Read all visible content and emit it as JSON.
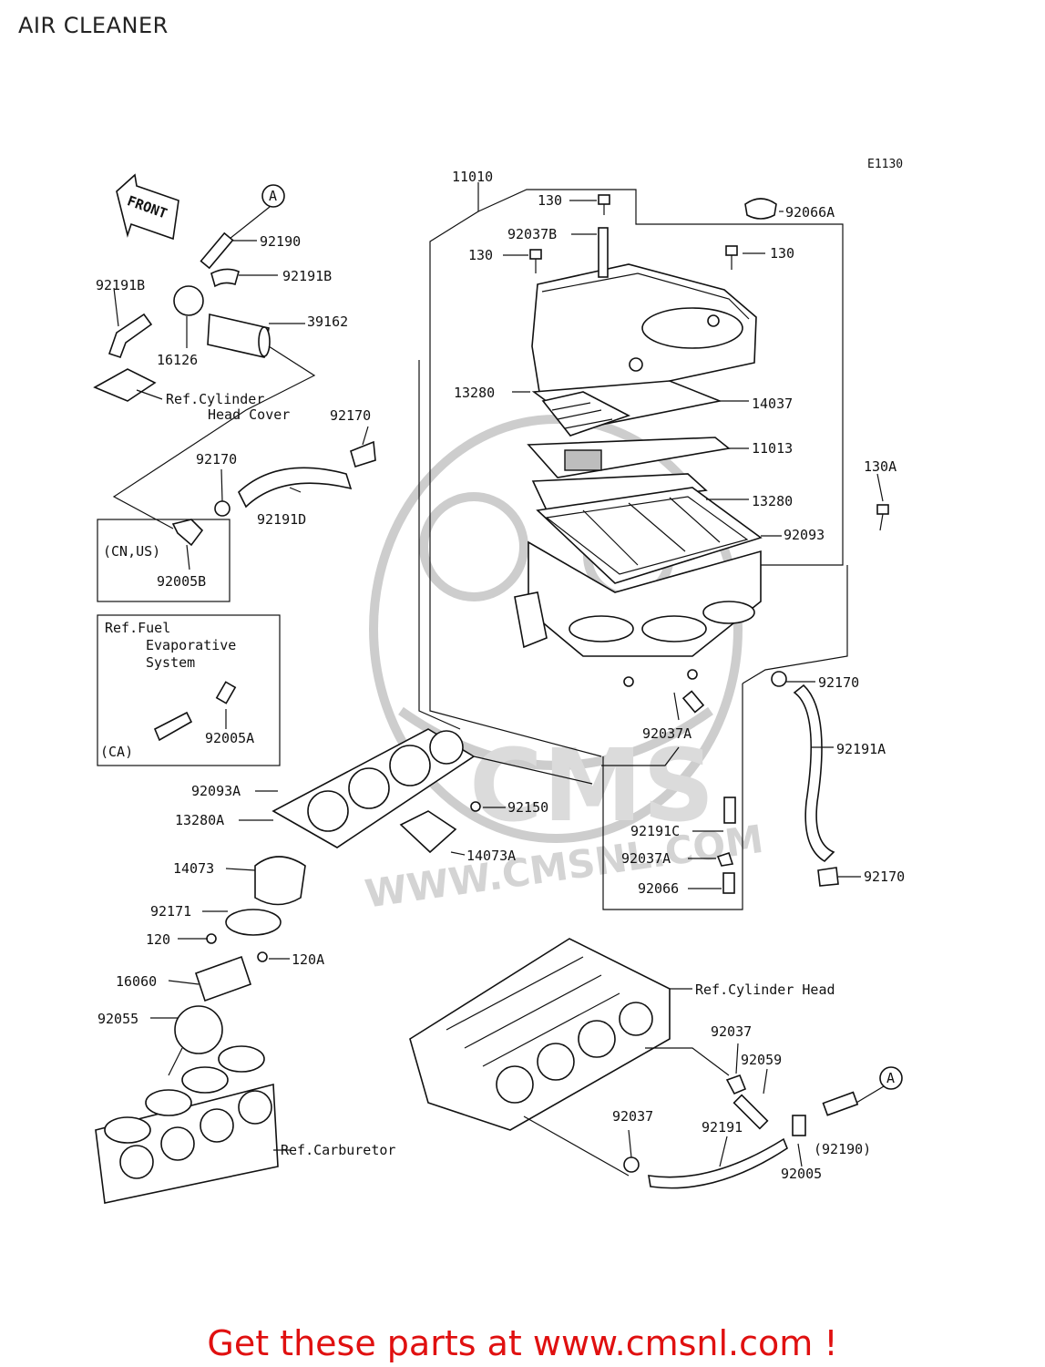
{
  "title": "AIR CLEANER",
  "diagram_code": "E1130",
  "front_label": "FRONT",
  "connector_label": "A",
  "promo": "Get these parts at www.cmsnl.com !",
  "watermark_url": "WWW.CMSNL.COM",
  "watermark_logo": "CMS",
  "parts": {
    "p11010": "11010",
    "p130a": "130",
    "p130b": "130",
    "p130c": "130",
    "p130A": "130A",
    "p92037B": "92037B",
    "p92066A": "92066A",
    "p13280a": "13280",
    "p13280b": "13280",
    "p14037": "14037",
    "p11013": "11013",
    "p92093": "92093",
    "p92170a": "92170",
    "p92170b": "92170",
    "p92170c": "92170",
    "p92170d": "92170",
    "p92191A": "92191A",
    "p92037A_a": "92037A",
    "p92037A_b": "92037A",
    "p92191C": "92191C",
    "p92066": "92066",
    "p92190": "92190",
    "p92191B_a": "92191B",
    "p92191B_b": "92191B",
    "p39162": "39162",
    "p16126": "16126",
    "p92191D": "92191D",
    "p92005B": "92005B",
    "p92005A": "92005A",
    "p92093A": "92093A",
    "p13280A": "13280A",
    "p92150": "92150",
    "p14073A": "14073A",
    "p14073": "14073",
    "p92171": "92171",
    "p120": "120",
    "p120A": "120A",
    "p16060": "16060",
    "p92055": "92055",
    "p92037a": "92037",
    "p92037b": "92037",
    "p92059": "92059",
    "p92191": "92191",
    "p92005": "92005",
    "p92190_ref": "(92190)"
  },
  "refs": {
    "cyl_head_cover_1": "Ref.Cylinder",
    "cyl_head_cover_2": "Head Cover",
    "cn_us": "(CN,US)",
    "fuel_1": "Ref.Fuel",
    "fuel_2": "Evaporative",
    "fuel_3": "System",
    "ca": "(CA)",
    "cyl_head": "Ref.Cylinder Head",
    "carburetor": "Ref.Carburetor"
  }
}
